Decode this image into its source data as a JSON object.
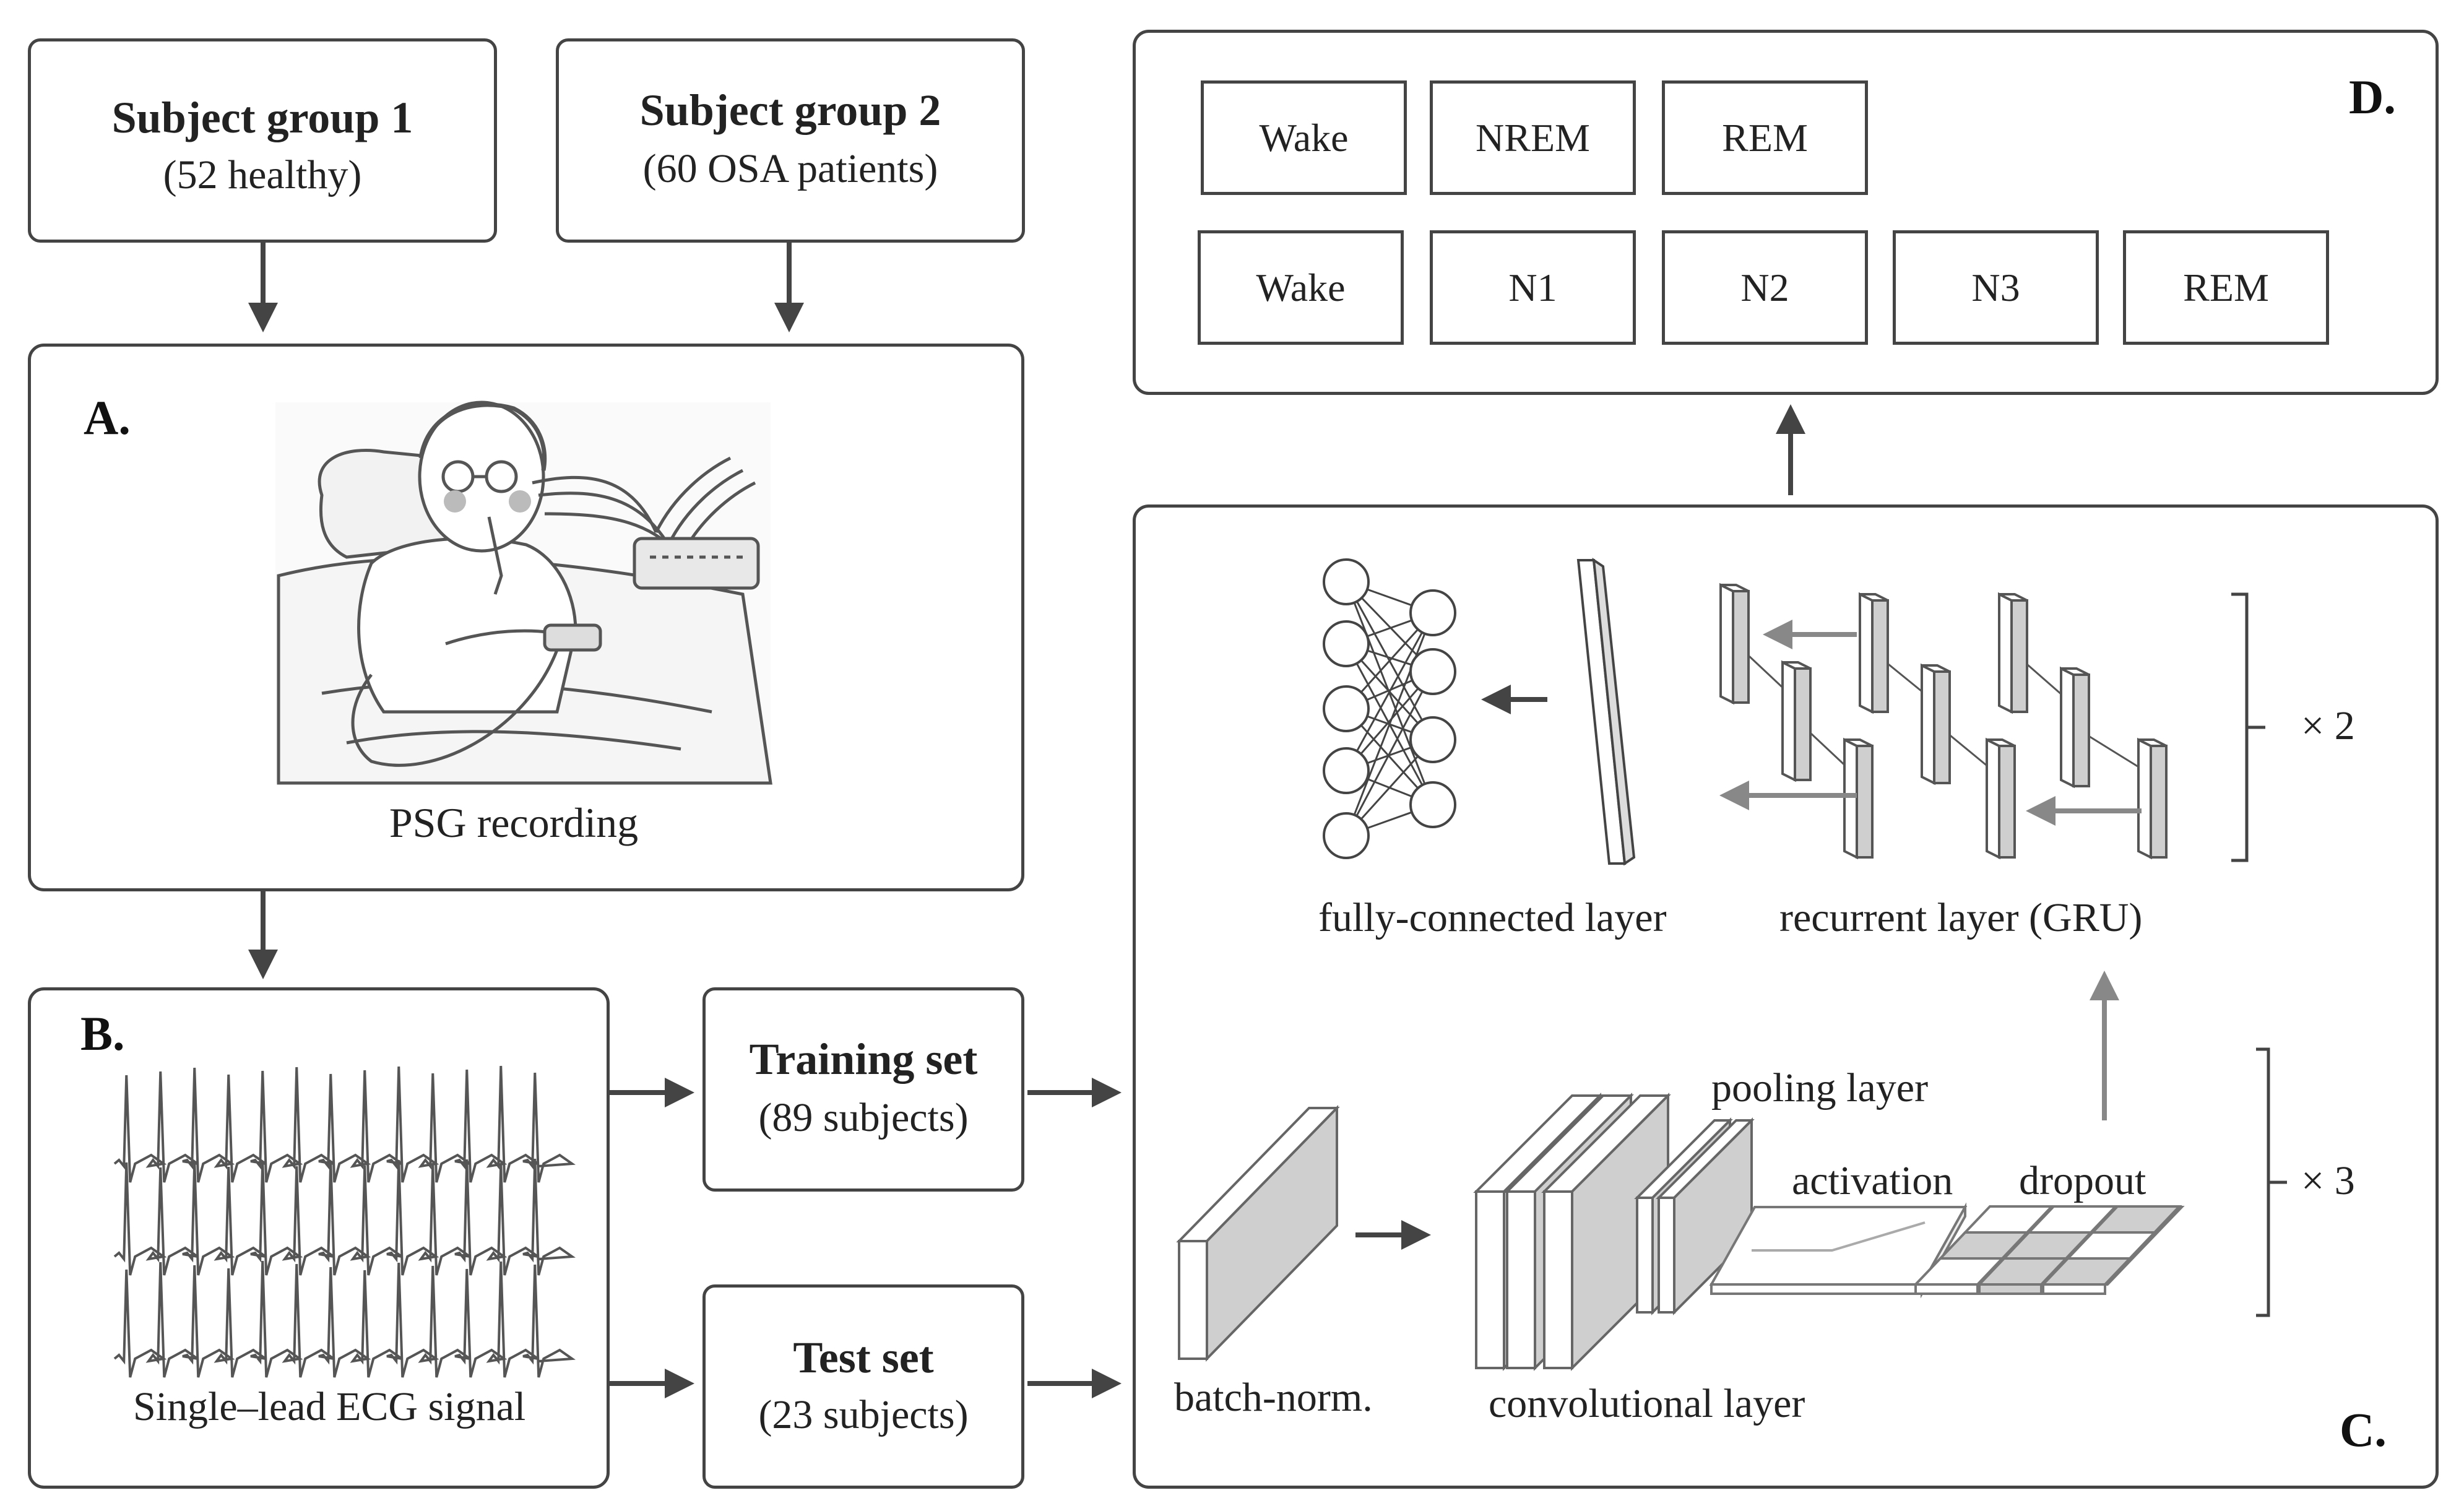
{
  "subject_group_1": {
    "title": "Subject group 1",
    "subtitle": "(52 healthy)"
  },
  "subject_group_2": {
    "title": "Subject group 2",
    "subtitle": "(60 OSA patients)"
  },
  "panel_a": {
    "letter": "A.",
    "caption": "PSG recording"
  },
  "panel_b": {
    "letter": "B.",
    "caption": "Single–lead ECG signal"
  },
  "training_set": {
    "title": "Training set",
    "subtitle": "(89 subjects)"
  },
  "test_set": {
    "title": "Test set",
    "subtitle": "(23 subjects)"
  },
  "panel_c": {
    "letter": "C.",
    "labels": {
      "fully_connected": "fully-connected layer",
      "recurrent": "recurrent layer (GRU)",
      "pooling": "pooling layer",
      "activation": "activation",
      "dropout": "dropout",
      "batch_norm": "batch-norm.",
      "convolutional": "convolutional layer"
    },
    "repeat_upper": "× 2",
    "repeat_lower": "× 3"
  },
  "panel_d": {
    "letter": "D.",
    "three_class": [
      "Wake",
      "NREM",
      "REM"
    ],
    "five_class": [
      "Wake",
      "N1",
      "N2",
      "N3",
      "REM"
    ]
  },
  "colors": {
    "line": "#444444",
    "fill_gray": "#cfcfcf",
    "arrow_gray": "#888888"
  }
}
